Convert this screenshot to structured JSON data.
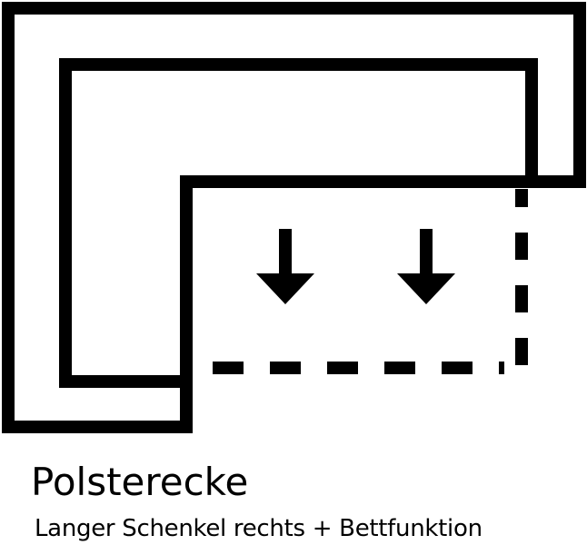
{
  "diagram": {
    "name": "sofa-schematic",
    "icons": [
      "arrow-down-icon",
      "arrow-down-icon"
    ],
    "colors": {
      "line": "#000000",
      "background": "#ffffff"
    }
  },
  "caption": {
    "title": "Polsterecke",
    "subtitle": "Langer Schenkel rechts + Bettfunktion"
  }
}
